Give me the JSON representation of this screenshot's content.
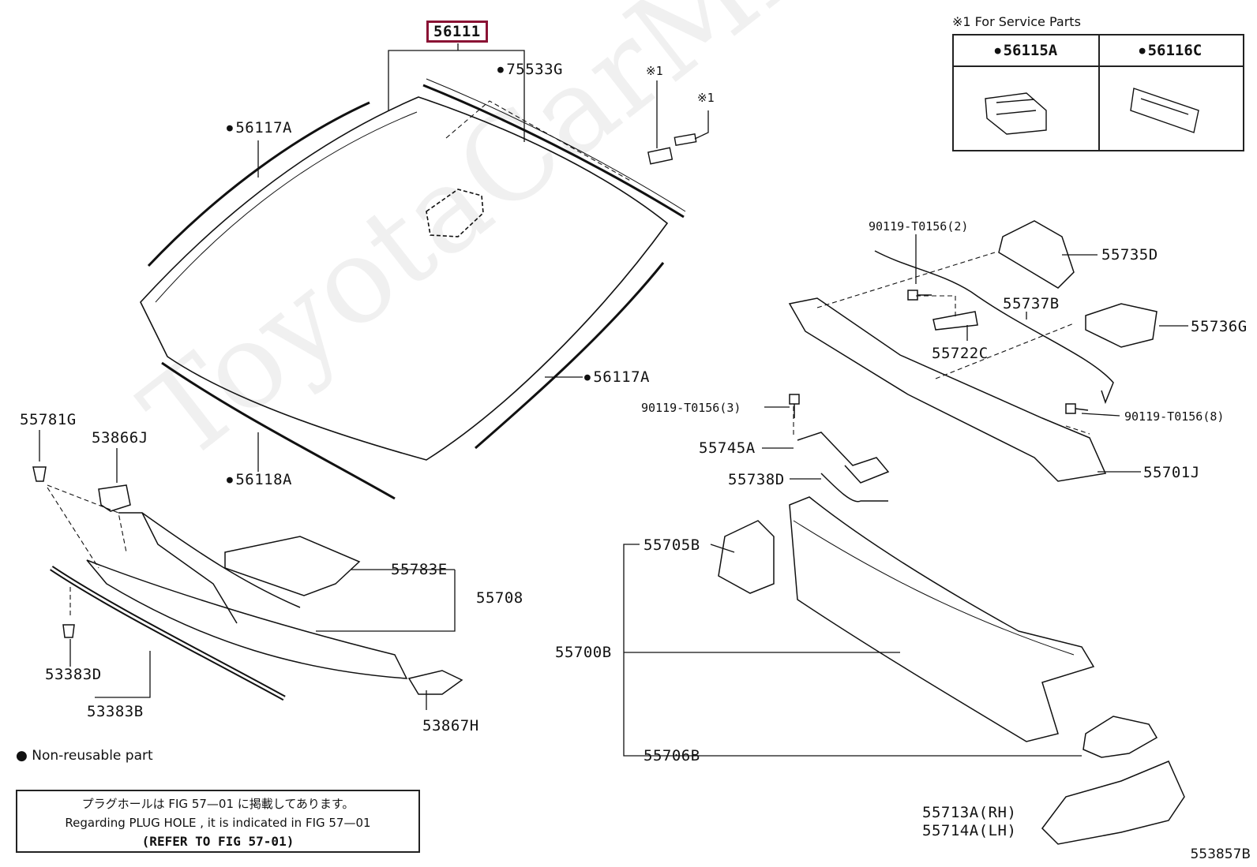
{
  "watermark": "ToyotaCarMine.ru",
  "service_parts": {
    "header": "※1 For Service Parts",
    "col1": "56115A",
    "col2": "56116C"
  },
  "legend": {
    "text": "Non-reusable part"
  },
  "note": {
    "line1": "プラグホールは FIG 57—01 に掲載してあります。",
    "line2": "Regarding  PLUG  HOLE , it is indicated in  FIG  57—01",
    "line3": "(REFER TO FIG 57-01)"
  },
  "figure_number": "553857B",
  "star_mark": "※1",
  "labels": {
    "p56111": "56111",
    "p75533G": "75533G",
    "p56117A_top": "56117A",
    "p56117A_right": "56117A",
    "p56118A": "56118A",
    "p55781G": "55781G",
    "p53866J": "53866J",
    "p55783E": "55783E",
    "p55708": "55708",
    "p53383D": "53383D",
    "p53383B": "53383B",
    "p53867H": "53867H",
    "p90119_2": "90119-T0156(2)",
    "p55735D": "55735D",
    "p55737B": "55737B",
    "p55736G": "55736G",
    "p55722C": "55722C",
    "p90119_3": "90119-T0156(3)",
    "p90119_8": "90119-T0156(8)",
    "p55745A": "55745A",
    "p55701J": "55701J",
    "p55738D": "55738D",
    "p55705B": "55705B",
    "p55700B": "55700B",
    "p55706B": "55706B",
    "p55713A": "55713A(RH)",
    "p55714A": "55714A(LH)"
  }
}
